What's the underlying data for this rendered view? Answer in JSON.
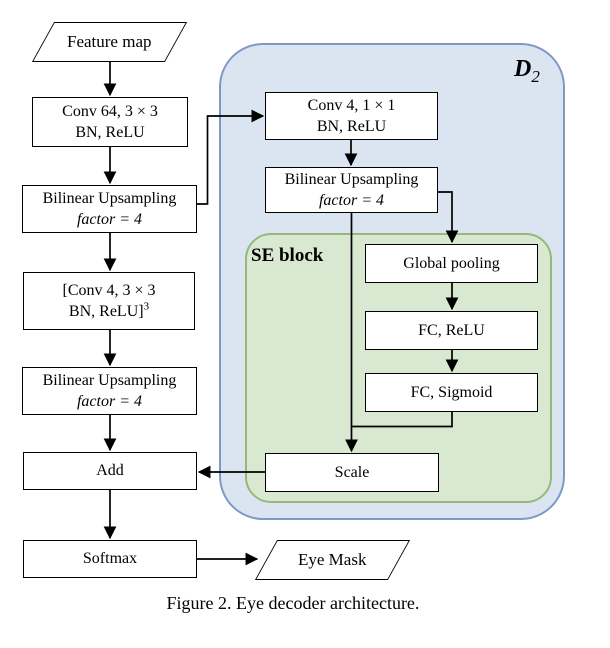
{
  "figure": {
    "caption": "Figure 2. Eye decoder architecture."
  },
  "regions": {
    "d2": {
      "label_base": "D",
      "label_sub": "2",
      "fill": "#dbe5f2",
      "border": "#7e99c8"
    },
    "se": {
      "label": "SE block",
      "fill": "#d9e8d1",
      "border": "#93ba79"
    }
  },
  "nodes": {
    "feature_map": {
      "label": "Feature map"
    },
    "conv64": {
      "line1": "Conv 64, 3 × 3",
      "line2": "BN, ReLU"
    },
    "bilinear1": {
      "line1": "Bilinear Upsampling",
      "line2": "factor = 4"
    },
    "conv4_stack": {
      "line1": "[Conv 4, 3 × 3",
      "line2": "BN, ReLU]",
      "sup": "3"
    },
    "bilinear2": {
      "line1": "Bilinear Upsampling",
      "line2": "factor = 4"
    },
    "add": {
      "label": "Add"
    },
    "softmax": {
      "label": "Softmax"
    },
    "eye_mask": {
      "label": "Eye Mask"
    },
    "conv4_1x1": {
      "line1": "Conv 4, 1 × 1",
      "line2": "BN, ReLU"
    },
    "bilinear3": {
      "line1": "Bilinear Upsampling",
      "line2": "factor = 4"
    },
    "global_pooling": {
      "label": "Global pooling"
    },
    "fc_relu": {
      "label": "FC, ReLU"
    },
    "fc_sigmoid": {
      "label": "FC, Sigmoid"
    },
    "scale": {
      "label": "Scale"
    }
  },
  "edges": [
    {
      "from": "feature_map",
      "to": "conv64"
    },
    {
      "from": "conv64",
      "to": "bilinear1"
    },
    {
      "from": "bilinear1",
      "to": "conv4_stack"
    },
    {
      "from": "conv4_stack",
      "to": "bilinear2"
    },
    {
      "from": "bilinear2",
      "to": "add"
    },
    {
      "from": "add",
      "to": "softmax"
    },
    {
      "from": "softmax",
      "to": "eye_mask"
    },
    {
      "from": "bilinear1",
      "to": "conv4_1x1"
    },
    {
      "from": "conv4_1x1",
      "to": "bilinear3"
    },
    {
      "from": "bilinear3",
      "to": "scale"
    },
    {
      "from": "bilinear3",
      "to": "global_pooling"
    },
    {
      "from": "global_pooling",
      "to": "fc_relu"
    },
    {
      "from": "fc_relu",
      "to": "fc_sigmoid"
    },
    {
      "from": "fc_sigmoid",
      "to": "scale"
    },
    {
      "from": "scale",
      "to": "add"
    }
  ],
  "colors": {
    "box_fill": "#ffffff",
    "box_border": "#000000",
    "arrow": "#000000",
    "background": "#ffffff"
  }
}
